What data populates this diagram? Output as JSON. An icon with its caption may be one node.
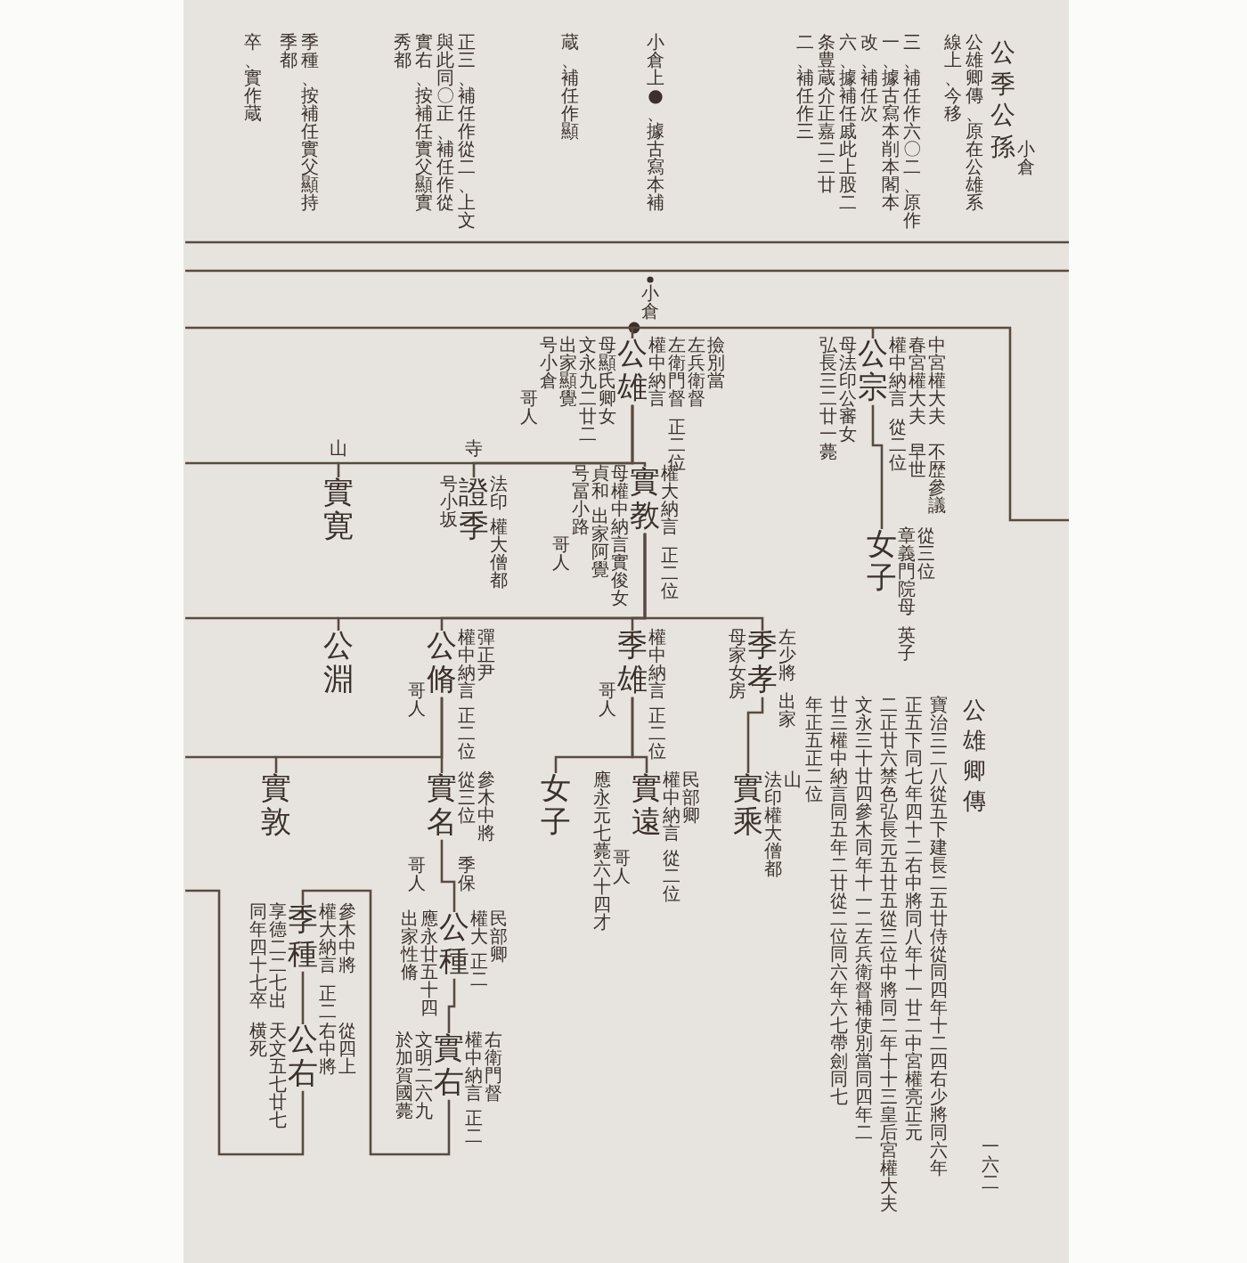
{
  "diagram": {
    "title": "公季公孫",
    "nodes": [
      {
        "text": [
          "公雄"
        ],
        "beside": [
          "權中納言",
          "左衛門督",
          "左兵衛督",
          "撿別當",
          "正二位",
          "母顯氏卿女",
          "文永九二廿二",
          "出家顯覺",
          "号小倉",
          "哥人"
        ]
      },
      {
        "text": [
          "公宗"
        ],
        "beside": [
          "權中納言",
          "春宮權大夫",
          "中宮權大夫",
          "從二位",
          "早世",
          "不歴參議",
          "母法印公審女",
          "弘長三二廿一薨"
        ]
      },
      {
        "text": [
          "女子"
        ],
        "beside": [
          "章義門院母",
          "從三位",
          "英子"
        ]
      },
      {
        "text": [
          "實寛"
        ],
        "beside": [
          "山"
        ]
      },
      {
        "text": [
          "證季"
        ],
        "beside": [
          "寺",
          "法印",
          "權大僧都",
          "号小坂"
        ]
      },
      {
        "text": [
          "實教"
        ],
        "beside": [
          "權大納言",
          "正二位",
          "母權中納言實俊女",
          "貞和",
          "出家阿覺",
          "号冨小路",
          "哥人"
        ]
      },
      {
        "text": [
          "公淵"
        ]
      },
      {
        "text": [
          "公脩"
        ],
        "beside": [
          "權中納言",
          "彈正尹",
          "正二位",
          "哥人"
        ]
      },
      {
        "text": [
          "季雄"
        ],
        "beside": [
          "權中納言",
          "正二位",
          "哥人"
        ]
      },
      {
        "text": [
          "季孝"
        ],
        "beside": [
          "左少將",
          "出家",
          "母家女房"
        ]
      },
      {
        "text": [
          "實敦"
        ]
      },
      {
        "text": [
          "實名"
        ],
        "beside": [
          "從三位",
          "參木中將",
          "季保",
          "哥人"
        ]
      },
      {
        "text": [
          "女子"
        ]
      },
      {
        "text": [
          "實遠"
        ],
        "beside": [
          "權中納言",
          "民部卿",
          "從二位",
          "哥人",
          "應永元七薨六十四才"
        ]
      },
      {
        "text": [
          "實乘"
        ],
        "beside": [
          "法印權大僧都",
          "山"
        ]
      },
      {
        "text": [
          "公種"
        ],
        "beside": [
          "權大",
          "民部卿",
          "正二",
          "應永廿五十四",
          "出家性脩"
        ]
      },
      {
        "text": [
          "實右"
        ],
        "beside": [
          "權中納言",
          "右衛門督",
          "正二",
          "文明二六九",
          "於加賀國薨"
        ]
      },
      {
        "text": [
          "季種"
        ],
        "beside": [
          "權大納言",
          "參木中將",
          "正二",
          "享德二二七出",
          "同年四十七卒"
        ]
      },
      {
        "text": [
          "公右"
        ],
        "beside": [
          "右中將",
          "從四上",
          "天文五七廿七",
          "横死"
        ]
      }
    ],
    "edges": [
      {
        "from": null,
        "to": 0,
        "arrow": "none"
      },
      {
        "from": null,
        "to": 1,
        "arrow": "none"
      },
      {
        "from": 0,
        "to": 3,
        "arrow": "none"
      },
      {
        "from": 0,
        "to": 4,
        "arrow": "none"
      },
      {
        "from": 0,
        "to": 5,
        "arrow": "none"
      },
      {
        "from": 1,
        "to": 2,
        "arrow": "none"
      },
      {
        "from": 5,
        "to": 6,
        "arrow": "none"
      },
      {
        "from": 5,
        "to": 7,
        "arrow": "none"
      },
      {
        "from": 5,
        "to": 8,
        "arrow": "none"
      },
      {
        "from": 5,
        "to": 9,
        "arrow": "none"
      },
      {
        "from": 7,
        "to": 10,
        "arrow": "none"
      },
      {
        "from": 7,
        "to": 11,
        "arrow": "none"
      },
      {
        "from": 8,
        "to": 12,
        "arrow": "none"
      },
      {
        "from": 8,
        "to": 13,
        "arrow": "none"
      },
      {
        "from": 9,
        "to": 14,
        "arrow": "none"
      },
      {
        "from": 11,
        "to": 15,
        "arrow": "none"
      },
      {
        "from": 15,
        "to": 16,
        "arrow": "none"
      },
      {
        "from": 16,
        "to": 17,
        "arrow": "none"
      },
      {
        "from": 17,
        "to": 18,
        "arrow": "none"
      },
      {
        "from": 18,
        "to": null,
        "arrow": "none"
      }
    ],
    "labels": [
      "小倉",
      "公雄卿傳、原在公雄系",
      "線上、今移",
      "三、補任作六〇二、原作",
      "一、據古寫本削本閣本",
      "改、補任次",
      "六、據補任戚此上股二",
      "条豊蔵介正嘉二二廿",
      "二、補任作三",
      "小倉上●、據古寫本補",
      "蔵、補任作顯",
      "正三、補任作從二、上文",
      "與此同〇正、補任作從",
      "實右、按補任實父顯實",
      "秀都",
      "季種、按補任實父顯持",
      "季都",
      "卒、實作蔵",
      "小倉",
      "公雄卿傳",
      "寶治三二八從五下建長二五廿侍從同四年十二四右少將同六年",
      "正五下同七年四十二右中將同八年十一廿二中宮權亮正元",
      "二正廿六禁色弘長元五廿五從三位中將同二年十十三皇后宮權大夫",
      "文永三十廿四參木同年十一二左兵衛督補使別當同四年二",
      "廿三權中納言同五年二廿從二位同六年六七帶劍同七",
      "年正五正二位",
      "一六二"
    ]
  }
}
